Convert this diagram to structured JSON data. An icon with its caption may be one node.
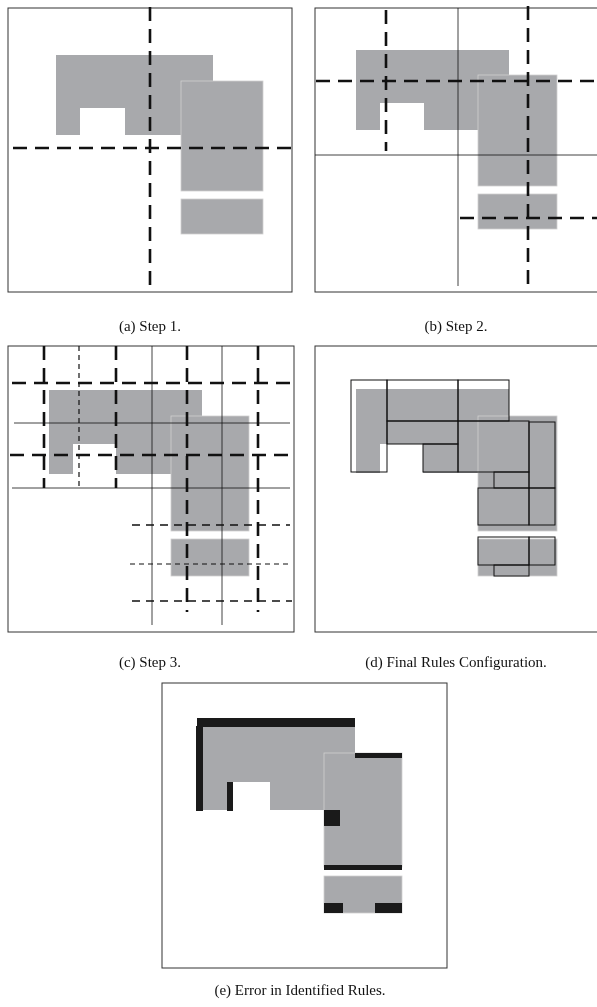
{
  "diagram": {
    "labels": [
      "(a) Step 1.",
      "(b) Step 2.",
      "(c) Step 3.",
      "(d) Final Rules Configuration.",
      "(e) Error in Identified Rules."
    ]
  }
}
